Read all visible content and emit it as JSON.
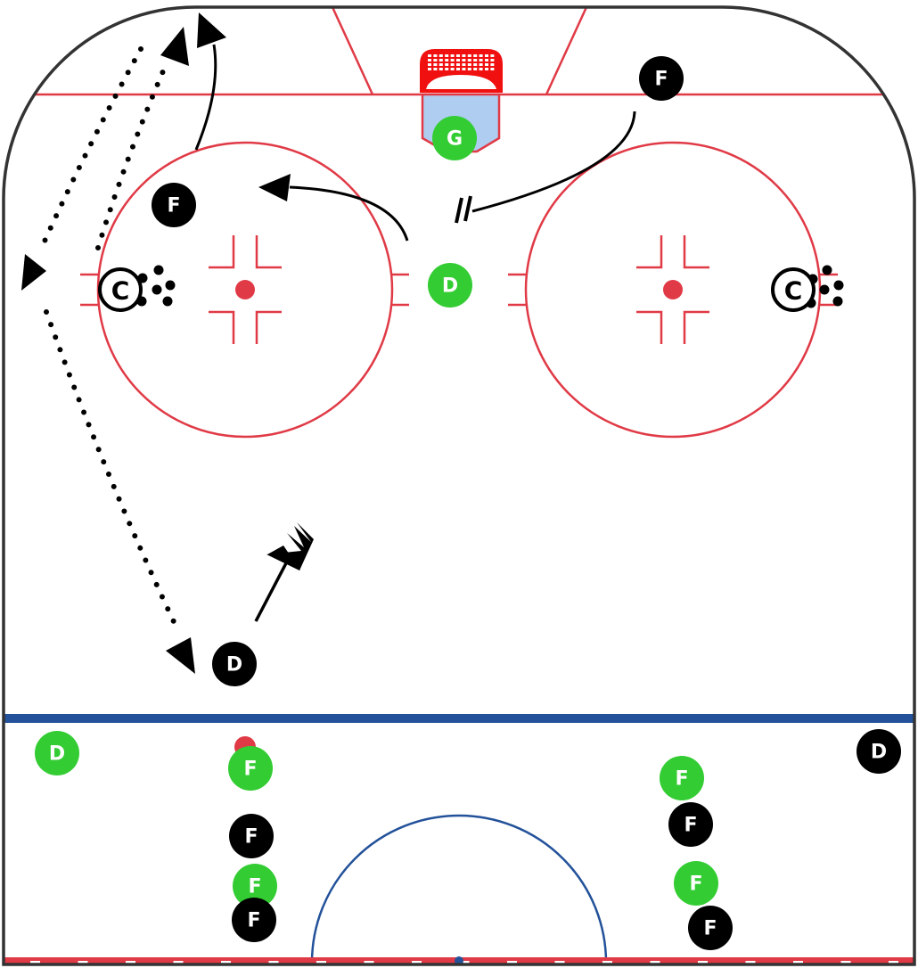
{
  "diagram": {
    "type": "hockey-drill",
    "colors": {
      "rink_red": "#e03a46",
      "blue_line": "#23529a",
      "crease": "#aecdf0",
      "board": "#333333",
      "team_a": "#000000",
      "team_b": "#33cc33"
    },
    "players": [
      {
        "label": "F",
        "team": "black"
      },
      {
        "label": "G",
        "team": "green"
      },
      {
        "label": "F",
        "team": "black"
      },
      {
        "label": "D",
        "team": "green"
      },
      {
        "label": "D",
        "team": "black"
      },
      {
        "label": "D",
        "team": "green"
      },
      {
        "label": "D",
        "team": "black"
      },
      {
        "label": "F",
        "team": "green"
      },
      {
        "label": "F",
        "team": "black"
      },
      {
        "label": "F",
        "team": "green"
      },
      {
        "label": "F",
        "team": "black"
      },
      {
        "label": "F",
        "team": "green"
      },
      {
        "label": "F",
        "team": "black"
      },
      {
        "label": "F",
        "team": "green"
      },
      {
        "label": "F",
        "team": "black"
      }
    ],
    "coaches": [
      {
        "label": "C"
      },
      {
        "label": "C"
      }
    ]
  }
}
